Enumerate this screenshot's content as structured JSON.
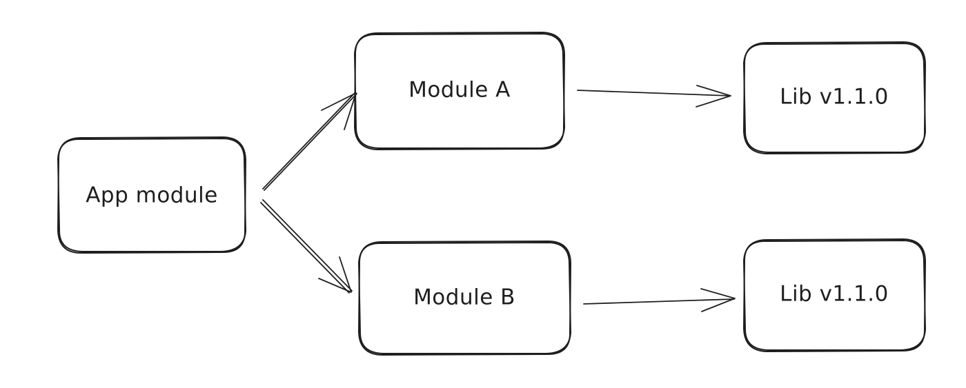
{
  "diagram": {
    "nodes": {
      "app_module": {
        "label": "App module"
      },
      "module_a": {
        "label": "Module A"
      },
      "module_b": {
        "label": "Module B"
      },
      "lib_a": {
        "label": "Lib v1.1.0"
      },
      "lib_b": {
        "label": "Lib v1.1.0"
      }
    },
    "edges": [
      {
        "from": "app_module",
        "to": "module_a"
      },
      {
        "from": "app_module",
        "to": "module_b"
      },
      {
        "from": "module_a",
        "to": "lib_a"
      },
      {
        "from": "module_b",
        "to": "lib_b"
      }
    ],
    "colors": {
      "stroke": "#1e1e1e",
      "background": "#ffffff"
    }
  }
}
